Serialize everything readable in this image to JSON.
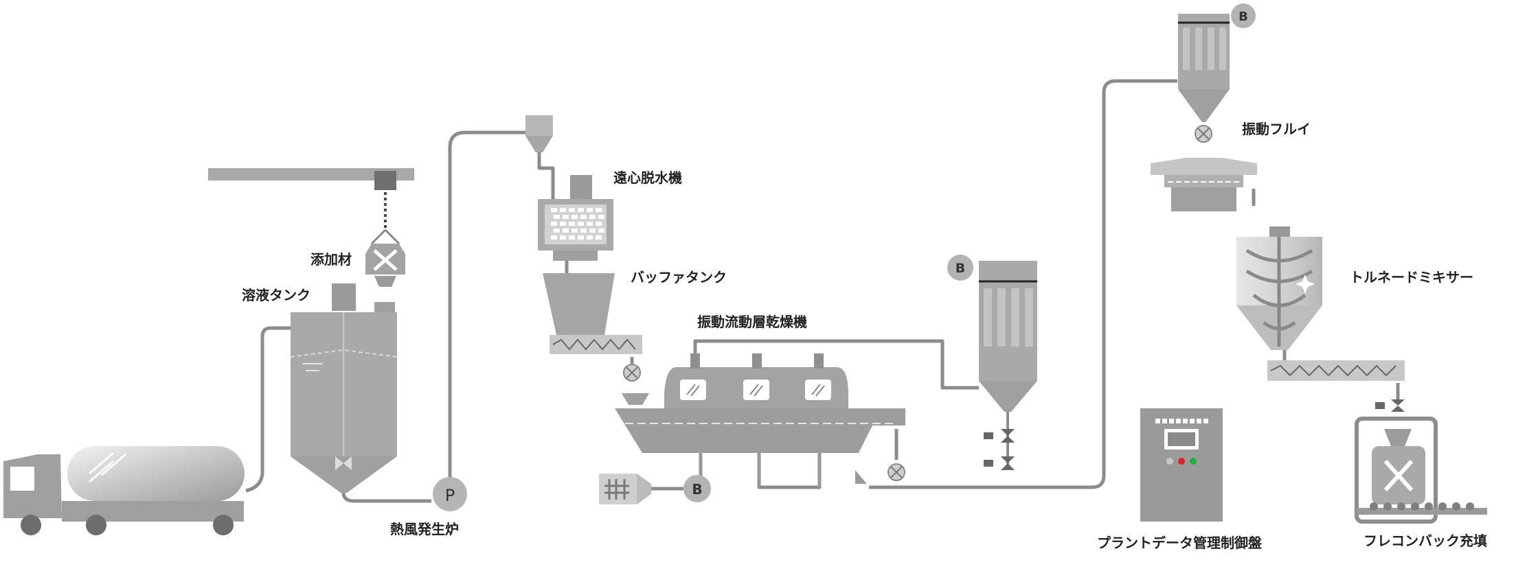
{
  "labels": {
    "additive": "添加材",
    "solution_tank": "溶液タンク",
    "hot_air_furnace": "熱風発生炉",
    "centrifuge": "遠心脱水機",
    "buffer_tank": "バッファタンク",
    "fluid_bed_dryer": "振動流動層乾燥機",
    "vibrating_sieve": "振動フルイ",
    "tornado_mixer": "トルネードミキサー",
    "control_panel": "プラントデータ管理制御盤",
    "flexible_container": "フレコンバック充填"
  },
  "markers": {
    "pump": "P",
    "blower": "B"
  },
  "colors": {
    "pipe": "#8c8c8c",
    "equipment_dark": "#8f8f8f",
    "equipment": "#a6a6a6",
    "equipment_light": "#c9c9c9",
    "panel": "#9a9a9a",
    "lamp_red": "#e02020",
    "lamp_green": "#20b040",
    "lamp_gray": "#c8c8c8"
  }
}
